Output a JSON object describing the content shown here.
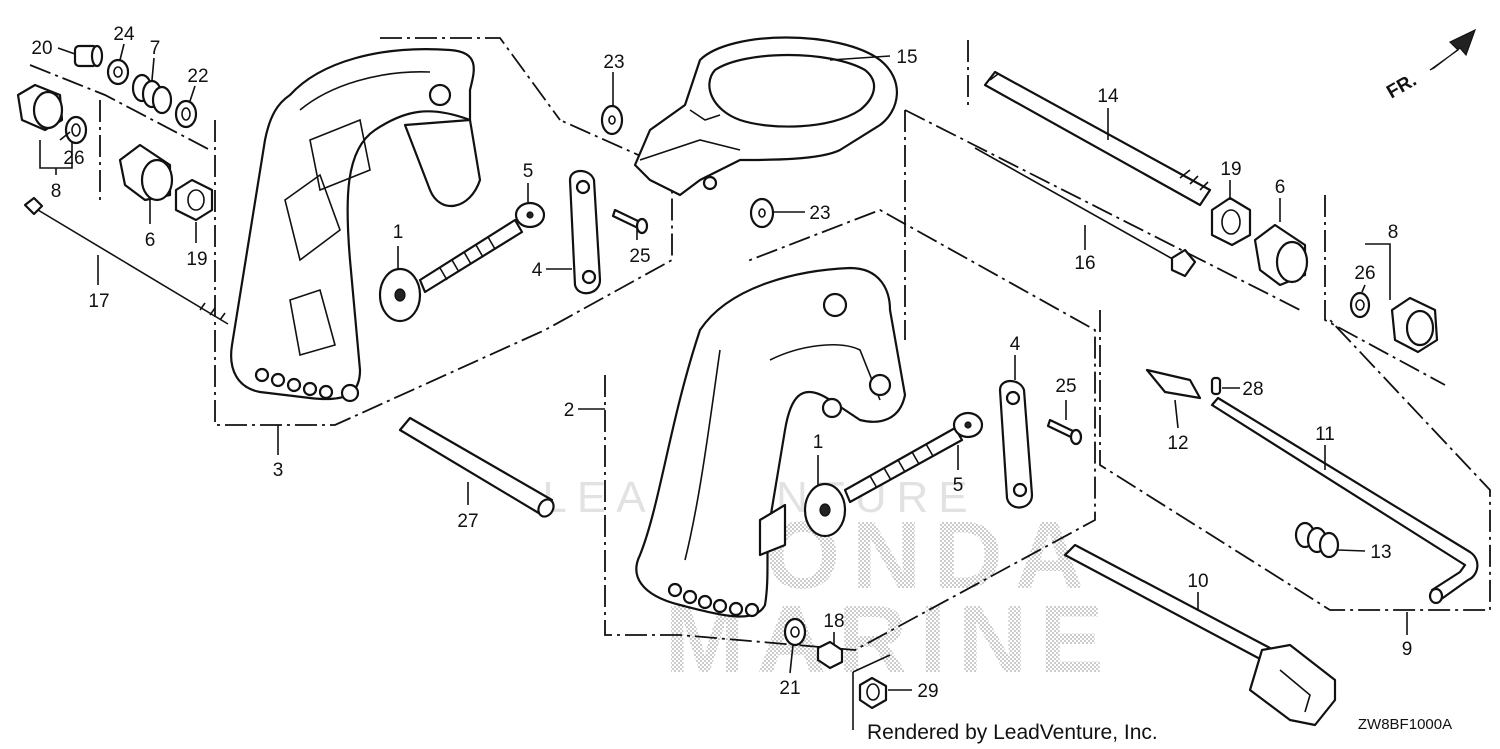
{
  "diagram": {
    "code": "ZW8BF1000A",
    "credit": "Rendered by LeadVenture, Inc.",
    "direction_label": "FR.",
    "watermark": {
      "brand": "LEADVENTURE",
      "line1": "HONDA",
      "line2": "MARINE"
    }
  },
  "callouts": [
    {
      "id": "c20",
      "label": "20"
    },
    {
      "id": "c24",
      "label": "24"
    },
    {
      "id": "c7",
      "label": "7"
    },
    {
      "id": "c22",
      "label": "22"
    },
    {
      "id": "c26a",
      "label": "26"
    },
    {
      "id": "c8a",
      "label": "8"
    },
    {
      "id": "c6a",
      "label": "6"
    },
    {
      "id": "c19a",
      "label": "19"
    },
    {
      "id": "c17",
      "label": "17"
    },
    {
      "id": "c3",
      "label": "3"
    },
    {
      "id": "c1a",
      "label": "1"
    },
    {
      "id": "c5a",
      "label": "5"
    },
    {
      "id": "c4a",
      "label": "4"
    },
    {
      "id": "c25a",
      "label": "25"
    },
    {
      "id": "c23a",
      "label": "23"
    },
    {
      "id": "c15",
      "label": "15"
    },
    {
      "id": "c23b",
      "label": "23"
    },
    {
      "id": "c14",
      "label": "14"
    },
    {
      "id": "c19b",
      "label": "19"
    },
    {
      "id": "c6b",
      "label": "6"
    },
    {
      "id": "c16",
      "label": "16"
    },
    {
      "id": "c8b",
      "label": "8"
    },
    {
      "id": "c26b",
      "label": "26"
    },
    {
      "id": "c2",
      "label": "2"
    },
    {
      "id": "c1b",
      "label": "1"
    },
    {
      "id": "c5b",
      "label": "5"
    },
    {
      "id": "c4b",
      "label": "4"
    },
    {
      "id": "c25b",
      "label": "25"
    },
    {
      "id": "c27",
      "label": "27"
    },
    {
      "id": "c28",
      "label": "28"
    },
    {
      "id": "c12",
      "label": "12"
    },
    {
      "id": "c11",
      "label": "11"
    },
    {
      "id": "c13",
      "label": "13"
    },
    {
      "id": "c10",
      "label": "10"
    },
    {
      "id": "c9",
      "label": "9"
    },
    {
      "id": "c18",
      "label": "18"
    },
    {
      "id": "c21",
      "label": "21"
    },
    {
      "id": "c29",
      "label": "29"
    }
  ]
}
